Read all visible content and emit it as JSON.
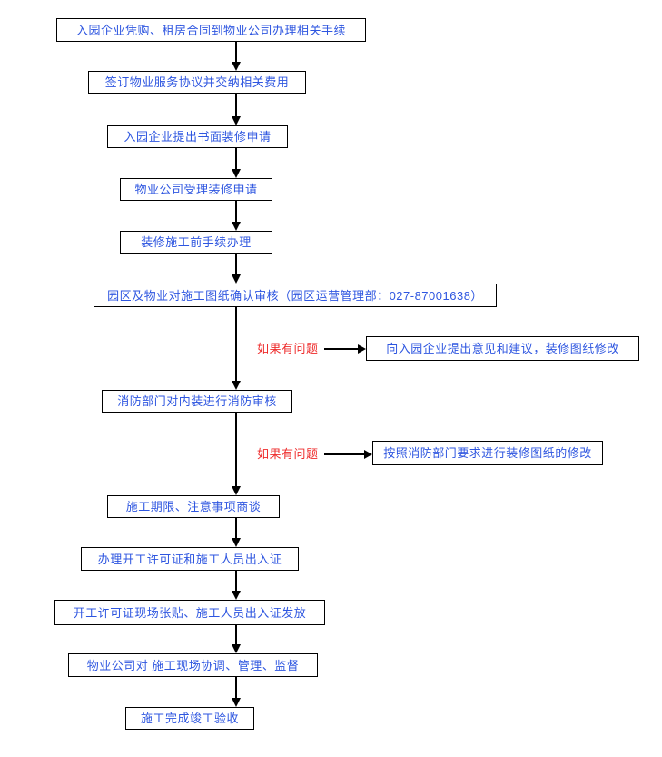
{
  "diagram": {
    "type": "flowchart",
    "colors": {
      "node_text": "#2e56e0",
      "branch_condition_text": "#ee2b2b",
      "connector": "#000000",
      "node_border": "#000000",
      "background": "#ffffff"
    },
    "nodes": [
      {
        "label": "入园企业凭购、租房合同到物业公司办理相关手续"
      },
      {
        "label": "签订物业服务协议并交纳相关费用"
      },
      {
        "label": "入园企业提出书面装修申请"
      },
      {
        "label": "物业公司受理装修申请"
      },
      {
        "label": "装修施工前手续办理"
      },
      {
        "label": "园区及物业对施工图纸确认审核（园区运营管理部：027-87001638）"
      },
      {
        "label": "消防部门对内装进行消防审核"
      },
      {
        "label": "施工期限、注意事项商谈"
      },
      {
        "label": "办理开工许可证和施工人员出入证"
      },
      {
        "label": "开工许可证现场张贴、施工人员出入证发放"
      },
      {
        "label": "物业公司对 施工现场协调、管理、监督"
      },
      {
        "label": "施工完成竣工验收"
      }
    ],
    "branches": [
      {
        "condition": "如果有问题",
        "action": "向入园企业提出意见和建议，装修图纸修改"
      },
      {
        "condition": "如果有问题",
        "action": "按照消防部门要求进行装修图纸的修改"
      }
    ],
    "contact_phone": "027-87001638"
  }
}
